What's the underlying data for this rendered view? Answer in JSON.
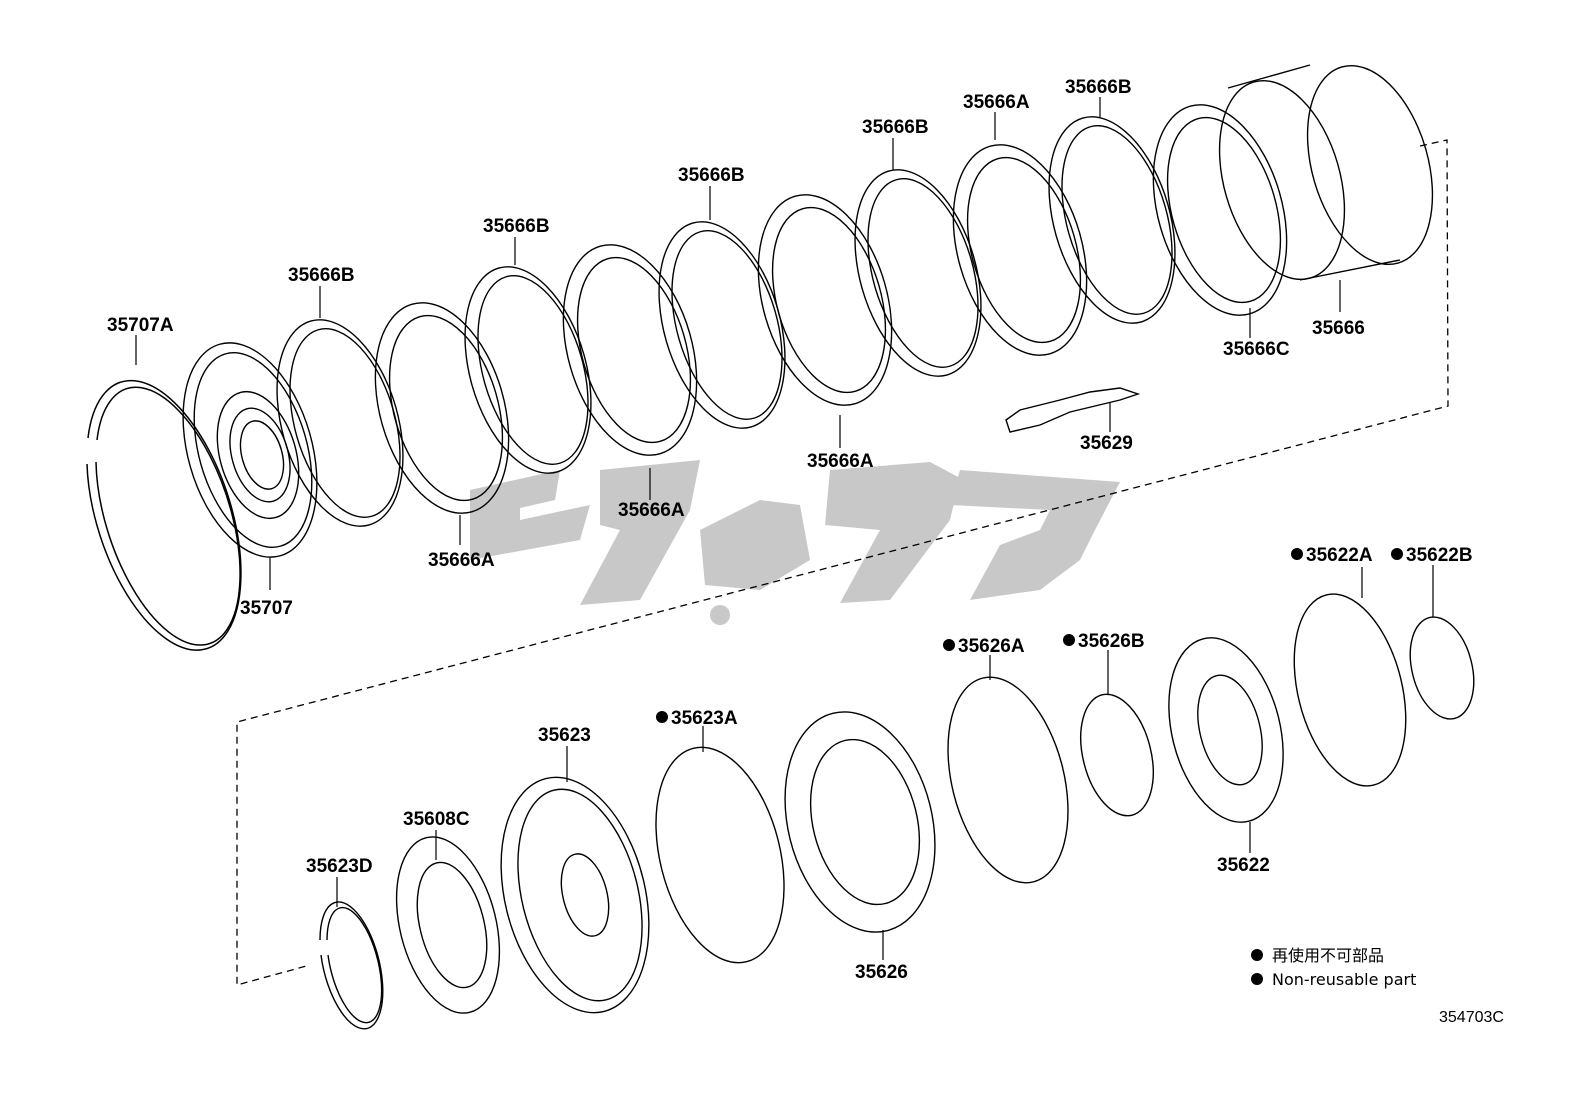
{
  "labels": {
    "l35707A": "35707A",
    "l35707": "35707",
    "l35666B_1": "35666B",
    "l35666A_1": "35666A",
    "l35666B_2": "35666B",
    "l35666A_2": "35666A",
    "l35666B_3": "35666B",
    "l35666A_3": "35666A",
    "l35666B_4": "35666B",
    "l35666A_4": "35666A",
    "l35666B_5": "35666B",
    "l35666C": "35666C",
    "l35666": "35666",
    "l35629": "35629",
    "l35622A": "35622A",
    "l35622B": "35622B",
    "l35626A": "35626A",
    "l35626B": "35626B",
    "l35622": "35622",
    "l35623A": "35623A",
    "l35626": "35626",
    "l35623": "35623",
    "l35608C": "35608C",
    "l35623D": "35623D"
  },
  "legend": {
    "line1": "再使用不可部品",
    "line2": "Non-reusable part"
  },
  "ref_code": "354703C",
  "colors": {
    "line": "#000000",
    "watermark": "#c8c8c8"
  },
  "icons": {
    "bullet": "filled-circle-icon"
  }
}
